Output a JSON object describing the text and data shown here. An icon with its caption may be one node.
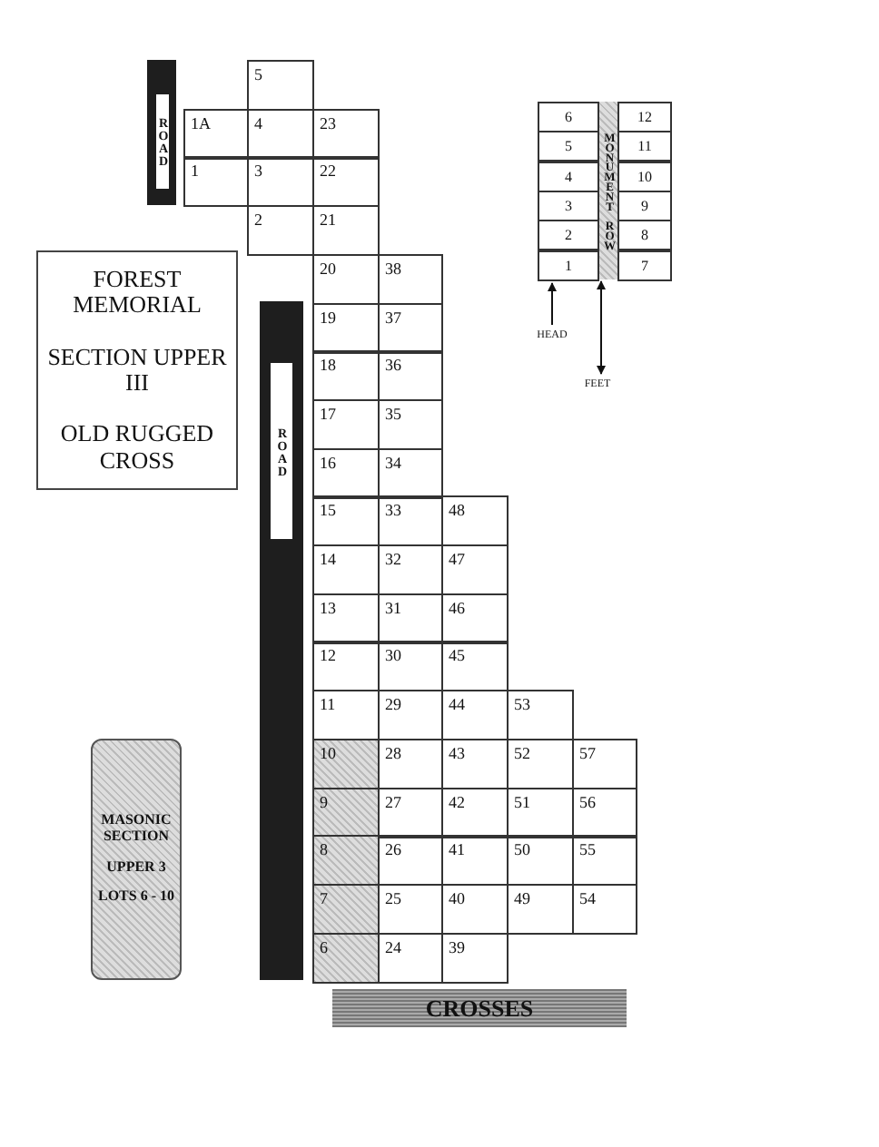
{
  "diagram": {
    "nodes": [
      {
        "text": [
          "ROAD"
        ]
      },
      {
        "text": [
          "5"
        ]
      },
      {
        "text": [
          "1A"
        ]
      },
      {
        "text": [
          "4"
        ]
      },
      {
        "text": [
          "23"
        ]
      },
      {
        "text": [
          "1"
        ]
      },
      {
        "text": [
          "3"
        ]
      },
      {
        "text": [
          "22"
        ]
      },
      {
        "text": [
          "2"
        ]
      },
      {
        "text": [
          "21"
        ]
      },
      {
        "text": [
          "20"
        ]
      },
      {
        "text": [
          "38"
        ]
      },
      {
        "text": [
          "19"
        ]
      },
      {
        "text": [
          "37"
        ]
      },
      {
        "text": [
          "18"
        ]
      },
      {
        "text": [
          "36"
        ]
      },
      {
        "text": [
          "17"
        ]
      },
      {
        "text": [
          "35"
        ]
      },
      {
        "text": [
          "16"
        ]
      },
      {
        "text": [
          "34"
        ]
      },
      {
        "text": [
          "15"
        ]
      },
      {
        "text": [
          "33"
        ]
      },
      {
        "text": [
          "48"
        ]
      },
      {
        "text": [
          "14"
        ]
      },
      {
        "text": [
          "32"
        ]
      },
      {
        "text": [
          "47"
        ]
      },
      {
        "text": [
          "13"
        ]
      },
      {
        "text": [
          "31"
        ]
      },
      {
        "text": [
          "46"
        ]
      },
      {
        "text": [
          "12"
        ]
      },
      {
        "text": [
          "30"
        ]
      },
      {
        "text": [
          "45"
        ]
      },
      {
        "text": [
          "11"
        ]
      },
      {
        "text": [
          "29"
        ]
      },
      {
        "text": [
          "44"
        ]
      },
      {
        "text": [
          "53"
        ]
      },
      {
        "text": [
          "10"
        ]
      },
      {
        "text": [
          "28"
        ]
      },
      {
        "text": [
          "43"
        ]
      },
      {
        "text": [
          "52"
        ]
      },
      {
        "text": [
          "57"
        ]
      },
      {
        "text": [
          "9"
        ]
      },
      {
        "text": [
          "27"
        ]
      },
      {
        "text": [
          "42"
        ]
      },
      {
        "text": [
          "51"
        ]
      },
      {
        "text": [
          "56"
        ]
      },
      {
        "text": [
          "8"
        ]
      },
      {
        "text": [
          "26"
        ]
      },
      {
        "text": [
          "41"
        ]
      },
      {
        "text": [
          "50"
        ]
      },
      {
        "text": [
          "55"
        ]
      },
      {
        "text": [
          "7"
        ]
      },
      {
        "text": [
          "25"
        ]
      },
      {
        "text": [
          "40"
        ]
      },
      {
        "text": [
          "49"
        ]
      },
      {
        "text": [
          "54"
        ]
      },
      {
        "text": [
          "6"
        ]
      },
      {
        "text": [
          "24"
        ]
      },
      {
        "text": [
          "39"
        ]
      },
      {
        "text": [
          "CROSSES"
        ]
      },
      {
        "text": [
          "FOREST MEMORIAL",
          "SECTION UPPER III",
          "OLD RUGGED CROSS"
        ]
      },
      {
        "text": [
          "ROAD"
        ]
      },
      {
        "text": [
          "MASONIC SECTION",
          "UPPER 3",
          "LOTS 6 - 10"
        ]
      },
      {
        "text": [
          "MONUMENT ROW"
        ]
      },
      {
        "text": [
          "6"
        ]
      },
      {
        "text": [
          "12"
        ]
      },
      {
        "text": [
          "5"
        ]
      },
      {
        "text": [
          "11"
        ]
      },
      {
        "text": [
          "4"
        ]
      },
      {
        "text": [
          "10"
        ]
      },
      {
        "text": [
          "3"
        ]
      },
      {
        "text": [
          "9"
        ]
      },
      {
        "text": [
          "2"
        ]
      },
      {
        "text": [
          "8"
        ]
      },
      {
        "text": [
          "1"
        ]
      },
      {
        "text": [
          "7"
        ]
      },
      {
        "text": [
          "HEAD"
        ]
      },
      {
        "text": [
          "FEET"
        ]
      }
    ],
    "edges": [
      {
        "from": 76,
        "to": 74,
        "arrow": "to"
      },
      {
        "from": 77,
        "to": 63,
        "arrow": "both"
      }
    ]
  }
}
